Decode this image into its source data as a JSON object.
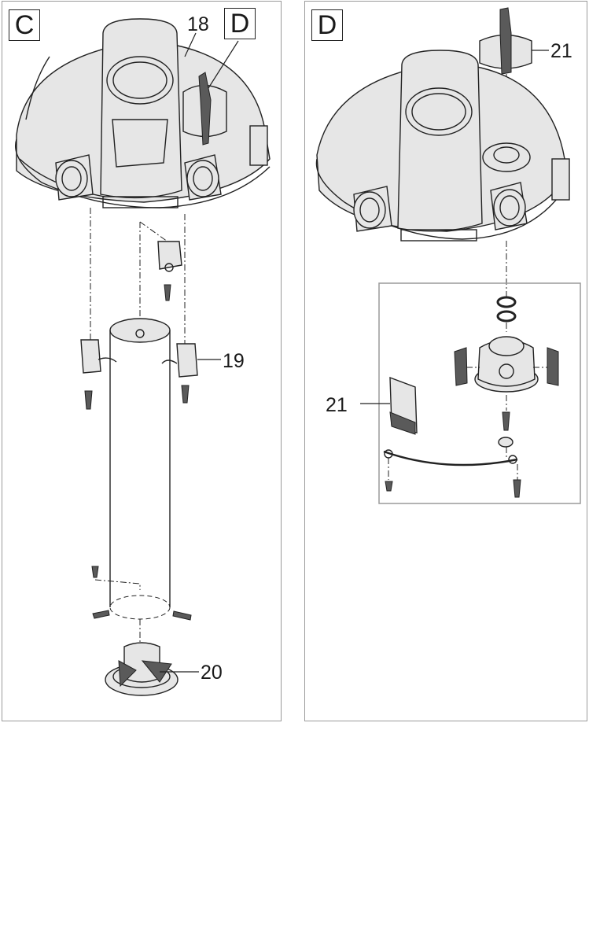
{
  "panels": {
    "c": {
      "label": "C",
      "inset_label": "D"
    },
    "d": {
      "label": "D"
    }
  },
  "callouts": {
    "part_18": "18",
    "part_19": "19",
    "part_20": "20",
    "part_21_knob": "21",
    "part_21_insert": "21"
  }
}
